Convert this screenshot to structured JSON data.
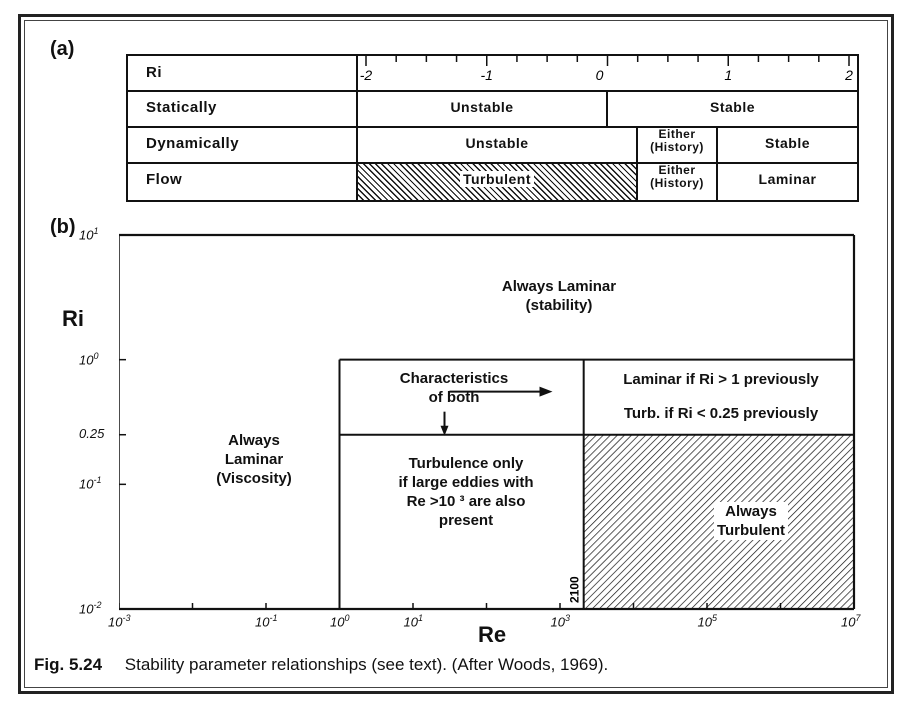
{
  "panel_a": {
    "label": "(a)",
    "rows": {
      "ri": "Ri",
      "statically": "Statically",
      "dynamically": "Dynamically",
      "flow": "Flow"
    },
    "ri_ticks": [
      "-2",
      "-1",
      "0",
      "1",
      "2"
    ],
    "statically_cells": [
      "Unstable",
      "Stable"
    ],
    "dynamically_cells": [
      "Unstable",
      "Either\n(History)",
      "Stable"
    ],
    "flow_cells": [
      "Turbulent",
      "Either\n(History)",
      "Laminar"
    ]
  },
  "panel_b": {
    "label": "(b)",
    "y_axis_title": "Ri",
    "x_axis_title": "Re",
    "y_ticks": [
      {
        "base": "10",
        "exp": "1",
        "value": 10
      },
      {
        "base": "10",
        "exp": "0",
        "value": 1
      },
      {
        "base": "0.25",
        "exp": "",
        "value": 0.25
      },
      {
        "base": "10",
        "exp": "-1",
        "value": 0.1
      },
      {
        "base": "10",
        "exp": "-2",
        "value": 0.01
      }
    ],
    "x_ticks": [
      {
        "base": "10",
        "exp": "-3",
        "value": 0.001
      },
      {
        "base": "10",
        "exp": "-1",
        "value": 0.1
      },
      {
        "base": "10",
        "exp": "0",
        "value": 1
      },
      {
        "base": "10",
        "exp": "1",
        "value": 10
      },
      {
        "base": "10",
        "exp": "3",
        "value": 1000
      },
      {
        "base": "10",
        "exp": "5",
        "value": 100000
      },
      {
        "base": "10",
        "exp": "7",
        "value": 10000000
      }
    ],
    "marker_2100": "2100",
    "regions": {
      "always_laminar_stability": "Always Laminar\n(stability)",
      "always_laminar_viscosity": "Always\nLaminar\n(Viscosity)",
      "characteristics_both": "Characteristics\nof both",
      "laminar_if": "Laminar if Ri > 1 previously",
      "turb_if": "Turb. if Ri < 0.25 previously",
      "turbulence_only": "Turbulence only\nif large eddies with\nRe >10 ³ are also\npresent",
      "always_turbulent": "Always\nTurbulent"
    }
  },
  "caption": {
    "fig_label": "Fig. 5.24",
    "text": "Stability parameter relationships (see text).  (After Woods, 1969)."
  }
}
